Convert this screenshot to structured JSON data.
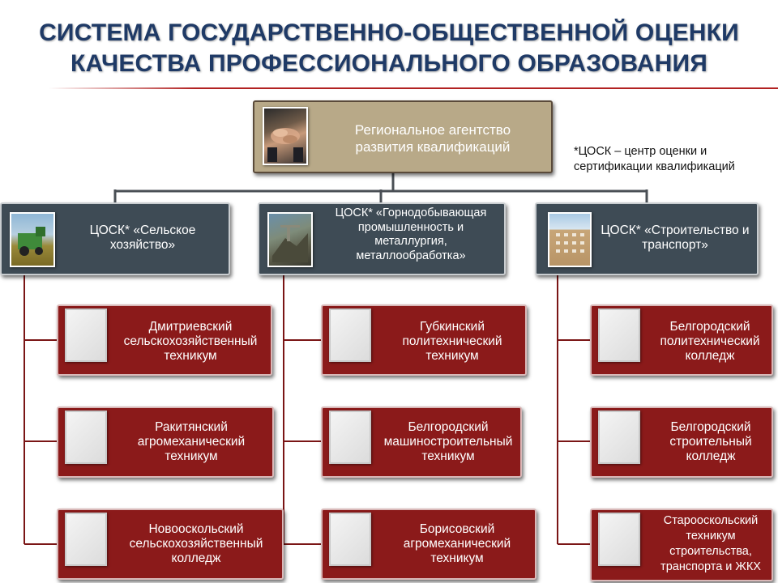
{
  "title": {
    "line1": "СИСТЕМА ГОСУДАРСТВЕННО-ОБЩЕСТВЕННОЙ ОЦЕНКИ",
    "line2": "КАЧЕСТВА ПРОФЕССИОНАЛЬНОГО ОБРАЗОВАНИЯ"
  },
  "agency": {
    "line1": "Региональное агентство",
    "line2": "развития квалификаций",
    "icon": "hands-together-photo"
  },
  "note": {
    "line1": "*ЦОСК – центр оценки и",
    "line2": "сертификации квалификаций"
  },
  "centers": [
    {
      "lines": [
        "ЦОСК* «Сельское",
        "хозяйство»"
      ],
      "icon": "harvester-photo",
      "colleges": [
        {
          "lines": [
            "Дмитриевский",
            "сельскохозяйственный",
            "техникум"
          ]
        },
        {
          "lines": [
            "Ракитянский",
            "агромеханический",
            "техникум"
          ]
        },
        {
          "lines": [
            "Новооскольский",
            "сельскохозяйственный",
            "колледж"
          ]
        }
      ]
    },
    {
      "lines": [
        "ЦОСК* «Горнодобывающая",
        "промышленность и",
        "металлургия,",
        "металлообработка»"
      ],
      "icon": "mining-photo",
      "colleges": [
        {
          "lines": [
            "Губкинский",
            "политехнический",
            "техникум"
          ]
        },
        {
          "lines": [
            "Белгородский",
            "машиностроительный",
            "техникум"
          ]
        },
        {
          "lines": [
            "Борисовский",
            "агромеханический",
            "техникум"
          ]
        }
      ]
    },
    {
      "lines": [
        "ЦОСК* «Строительство и",
        "транспорт»"
      ],
      "icon": "building-photo",
      "colleges": [
        {
          "lines": [
            "Белгородский",
            "политехнический",
            "колледж"
          ]
        },
        {
          "lines": [
            "Белгородский",
            "строительный",
            "колледж"
          ]
        },
        {
          "lines": [
            "Старооскольский",
            "техникум",
            "строительства,",
            "транспорта и ЖКХ"
          ]
        }
      ]
    }
  ],
  "colors": {
    "title": "#1f3a66",
    "agency_fill": "#b8a988",
    "center_fill": "#3e4b55",
    "college_fill": "#8b1a1a",
    "connector_dark": "#4a4f55",
    "connector_red": "#7a1515"
  }
}
